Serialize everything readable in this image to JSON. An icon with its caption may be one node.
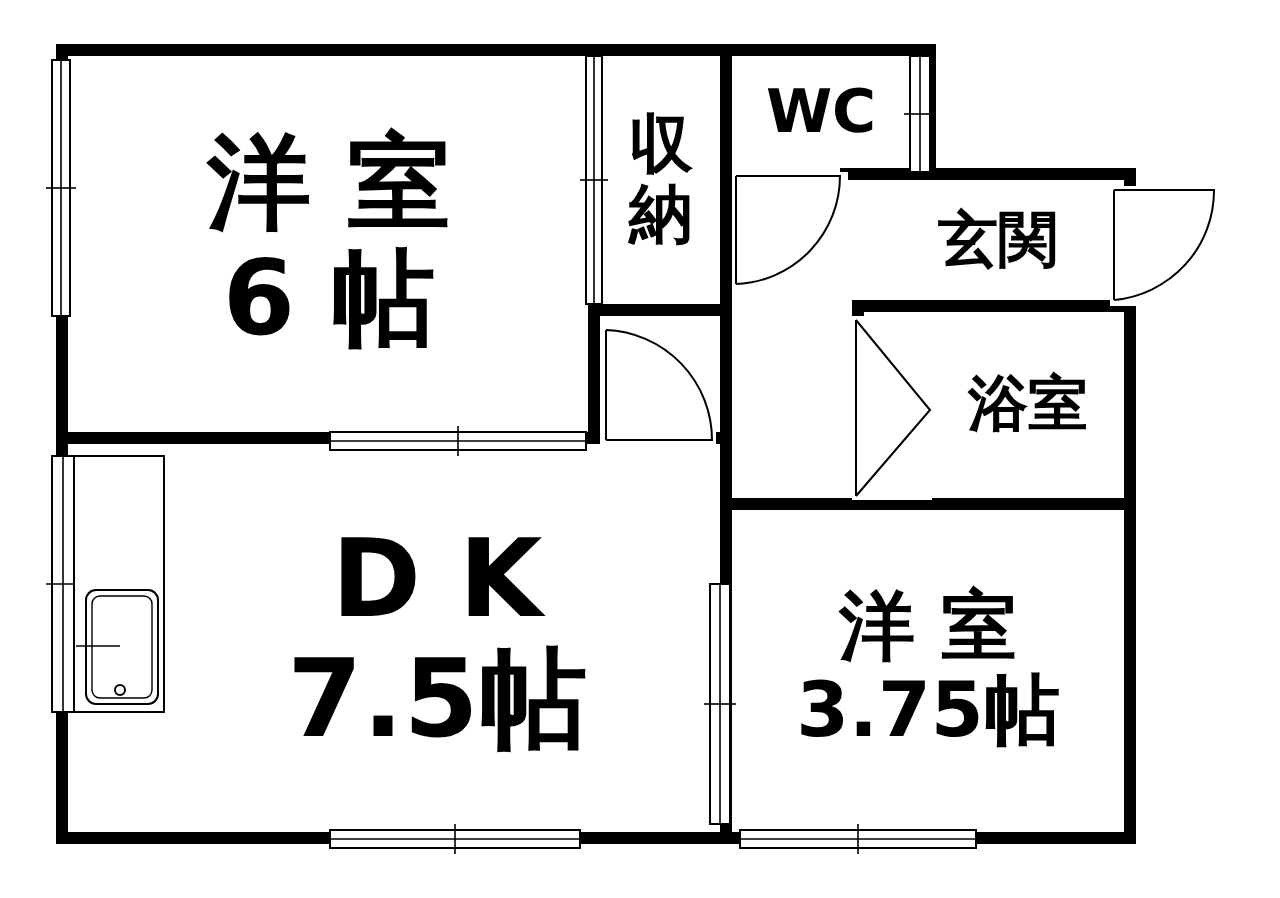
{
  "diagram": {
    "nodes": [
      {
        "text": [
          "洋 室",
          "6 帖"
        ]
      },
      {
        "text": [
          "収納"
        ]
      },
      {
        "text": [
          "WC"
        ]
      },
      {
        "text": [
          "玄関"
        ]
      },
      {
        "text": [
          "浴室"
        ]
      },
      {
        "text": [
          "D K",
          "7.5帖"
        ]
      },
      {
        "text": [
          "洋 室",
          "3.75帖"
        ]
      }
    ],
    "edges": []
  }
}
